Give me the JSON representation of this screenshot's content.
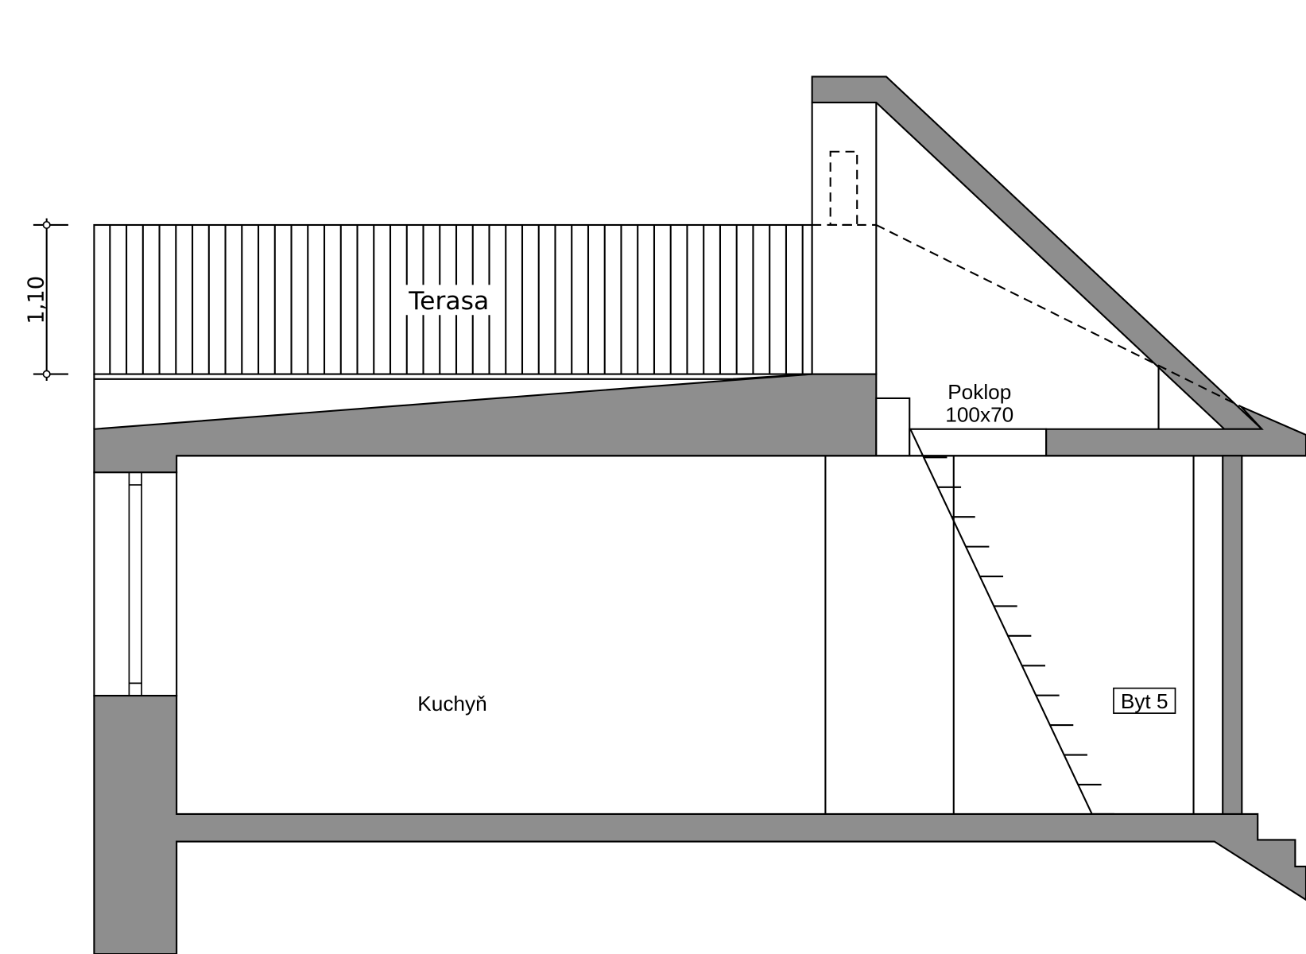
{
  "drawing": {
    "type": "architectural-section",
    "colors": {
      "cut_fill": "#8e8e8e",
      "line": "#000000",
      "background": "#ffffff"
    },
    "dimension": {
      "label": "1,10"
    },
    "labels": {
      "terrace": "Terasa",
      "kitchen": "Kuchyň",
      "hatch_line1": "Poklop",
      "hatch_line2": "100x70",
      "apartment": "Byt 5"
    },
    "ladder": {
      "rungs": 12
    }
  }
}
